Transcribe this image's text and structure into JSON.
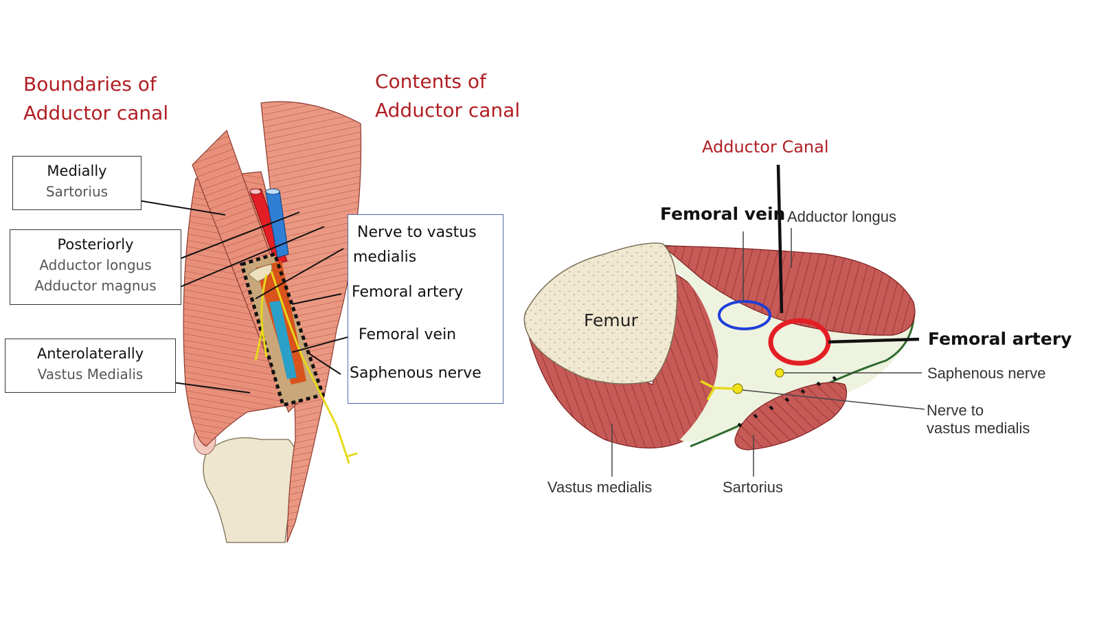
{
  "left_panel": {
    "boundaries_heading_line1": "Boundaries of",
    "boundaries_heading_line2": "Adductor canal",
    "contents_heading_line1": "Contents of",
    "contents_heading_line2": "Adductor canal",
    "boxes": [
      {
        "title": "Medially",
        "items": [
          "Sartorius"
        ]
      },
      {
        "title": "Posteriorly",
        "items": [
          "Adductor longus",
          "Adductor magnus"
        ]
      },
      {
        "title": "Anterolaterally",
        "items": [
          "Vastus Medialis"
        ]
      }
    ],
    "contents": [
      "Nerve to vastus",
      "medialis",
      "Femoral artery",
      "Femoral vein",
      "Saphenous nerve"
    ]
  },
  "right_panel": {
    "title": "Adductor Canal",
    "labels": {
      "femoral_vein": "Femoral vein",
      "adductor_longus": "Adductor longus",
      "femur": "Femur",
      "femoral_artery": "Femoral artery",
      "saphenous_nerve": "Saphenous nerve",
      "nerve_to_vm_line1": "Nerve to",
      "nerve_to_vm_line2": "vastus medialis",
      "vastus_medialis": "Vastus medialis",
      "sartorius": "Sartorius"
    }
  },
  "colors": {
    "heading_red": "#b01e23",
    "muscle": "#e8907a",
    "muscle_dark": "#c1504f",
    "artery": "#e31e24",
    "vein": "#1f3fd8",
    "nerve": "#f2e21c",
    "canal_fill": "#eef3e0",
    "canal_border": "#2e6b2e",
    "bone": "#f1e8d2"
  }
}
